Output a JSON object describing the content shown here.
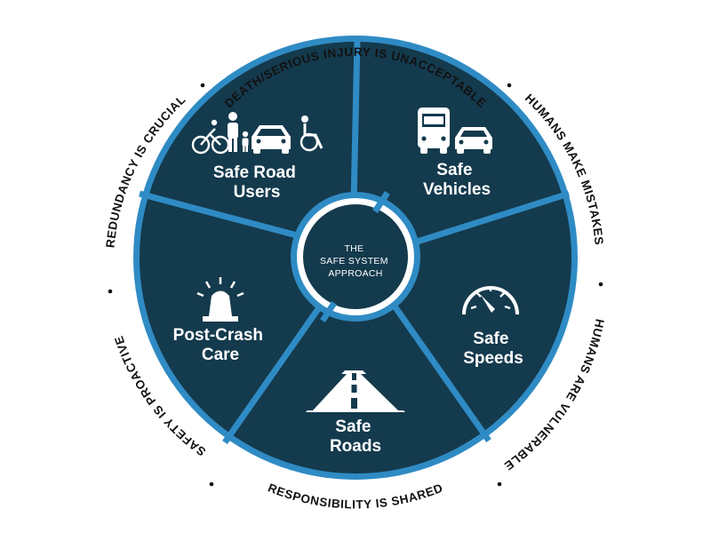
{
  "diagram": {
    "center": {
      "lines": [
        "THE",
        "SAFE SYSTEM",
        "APPROACH"
      ]
    },
    "segments": [
      {
        "id": "road-users",
        "lines": [
          "Safe Road",
          "Users"
        ],
        "icon": "road-users-icon"
      },
      {
        "id": "vehicles",
        "lines": [
          "Safe",
          "Vehicles"
        ],
        "icon": "bus-and-car-icon"
      },
      {
        "id": "speeds",
        "lines": [
          "Safe",
          "Speeds"
        ],
        "icon": "speedometer-icon"
      },
      {
        "id": "roads",
        "lines": [
          "Safe",
          "Roads"
        ],
        "icon": "road-icon"
      },
      {
        "id": "post-crash",
        "lines": [
          "Post-Crash",
          "Care"
        ],
        "icon": "emergency-light-icon"
      }
    ],
    "principles": [
      "DEATH/SERIOUS INJURY IS UNACCEPTABLE",
      "HUMANS MAKE MISTAKES",
      "HUMANS ARE VULNERABLE",
      "RESPONSIBILITY IS SHARED",
      "SAFETY IS PROACTIVE",
      "REDUNDANCY IS CRUCIAL"
    ],
    "colors": {
      "ring": "#2f8bc4",
      "segment": "#143a4d",
      "text_dark": "#111111",
      "text_light": "#ffffff"
    }
  }
}
